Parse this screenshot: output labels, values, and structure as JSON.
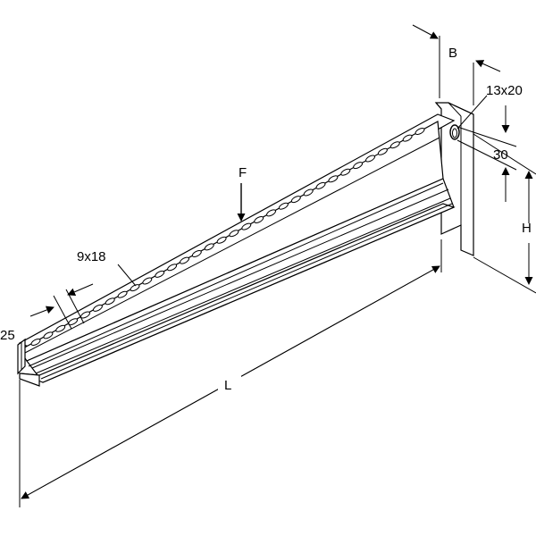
{
  "diagram": {
    "labels": {
      "B": "B",
      "slot_top": "13x20",
      "pitch": "30",
      "F": "F",
      "H": "H",
      "slot": "9x18",
      "edge": "25",
      "L": "L"
    }
  }
}
